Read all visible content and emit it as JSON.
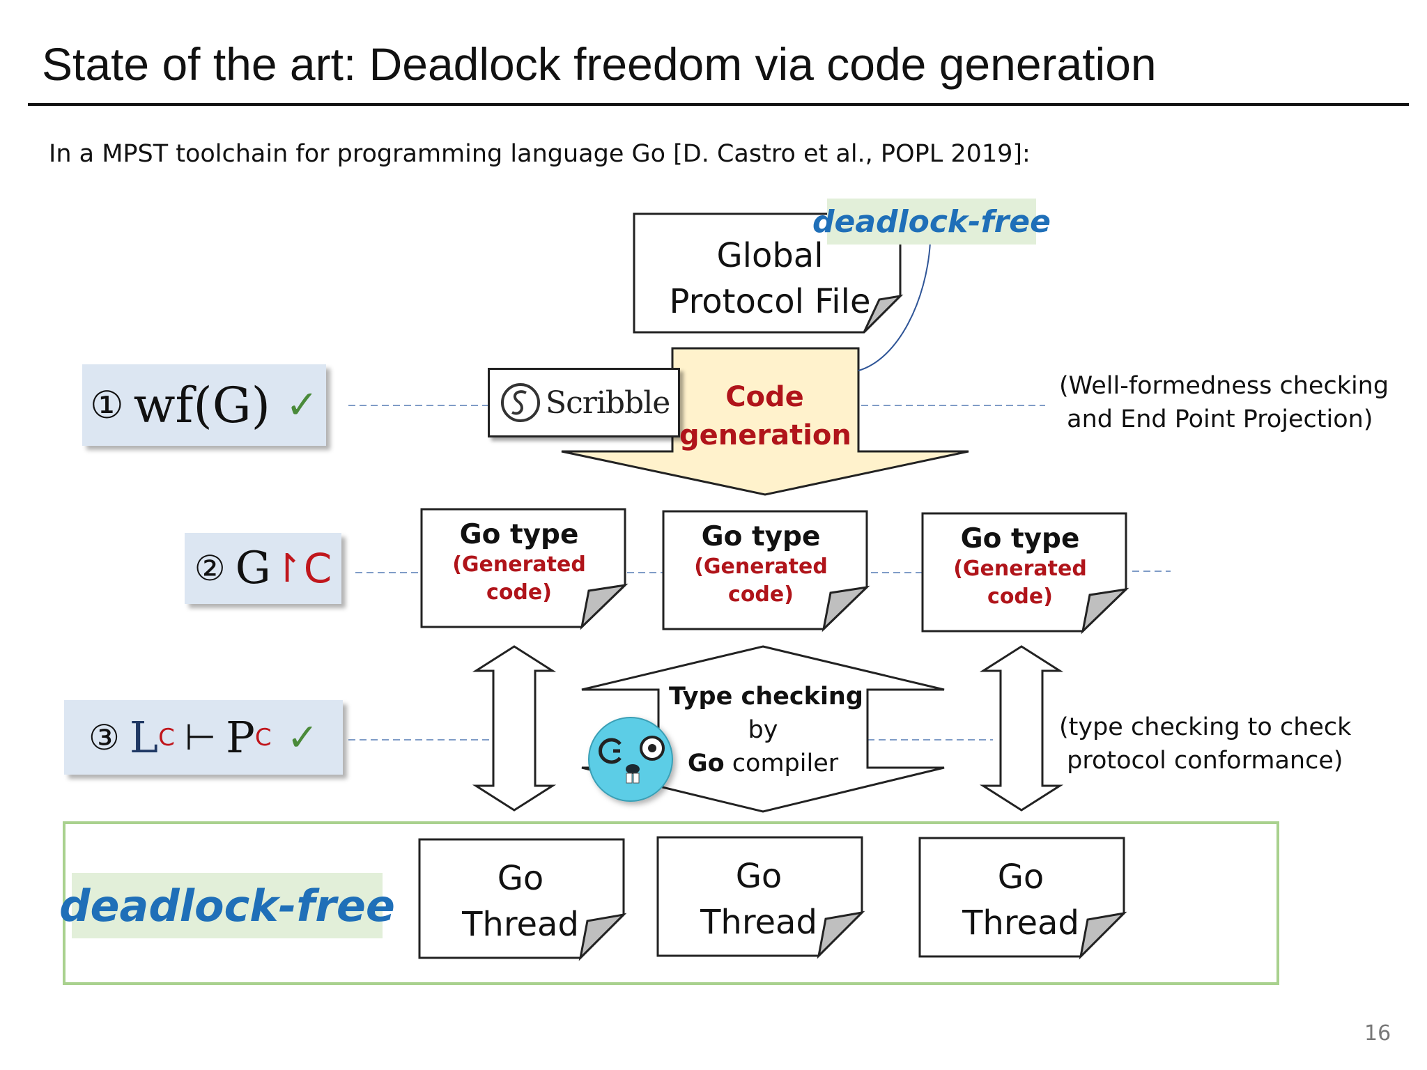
{
  "title": "State of the art: Deadlock freedom via code generation",
  "subtitle": "In a MPST toolchain for programming language Go [D. Castro et al., POPL 2019]:",
  "global_protocol": {
    "line1": "Global",
    "line2": "Protocol File"
  },
  "deadlock_free_top": "deadlock-free",
  "scribble_label": "Scribble",
  "code_generation": {
    "line1": "Code",
    "line2": "generation"
  },
  "badges": {
    "wf": {
      "num": "①",
      "text": "wf(G)",
      "check": "✓"
    },
    "proj": {
      "num": "②",
      "g": "G",
      "restrict": "↾",
      "c": "C"
    },
    "typing": {
      "num": "③",
      "l": "L",
      "sub1": "C",
      "turnstile": "⊢",
      "p": "P",
      "sub2": "C",
      "check": "✓"
    }
  },
  "go_types": [
    {
      "title": "Go type",
      "sub1": "(Generated",
      "sub2": "code)"
    },
    {
      "title": "Go type",
      "sub1": "(Generated",
      "sub2": "code)"
    },
    {
      "title": "Go type",
      "sub1": "(Generated",
      "sub2": "code)"
    }
  ],
  "type_checking": {
    "line1": "Type checking",
    "line2": "by",
    "go_bold": "Go",
    "compiler": " compiler"
  },
  "go_threads": [
    {
      "line1": "Go",
      "line2": "Thread"
    },
    {
      "line1": "Go",
      "line2": "Thread"
    },
    {
      "line1": "Go",
      "line2": "Thread"
    }
  ],
  "deadlock_free_bottom": "deadlock-free",
  "notes": {
    "wellformed_1": "(Well-formedness checking",
    "wellformed_2": " and End Point Projection)",
    "conformance_1": "(type checking to check",
    "conformance_2": " protocol conformance)"
  },
  "page_number": "16",
  "colors": {
    "badge_bg": "#dce6f2",
    "accent_red": "#c0161c",
    "deadlock_blue": "#1f6fb8",
    "green_box": "#a9d18e",
    "codegen_fill": "#fff2cc"
  }
}
